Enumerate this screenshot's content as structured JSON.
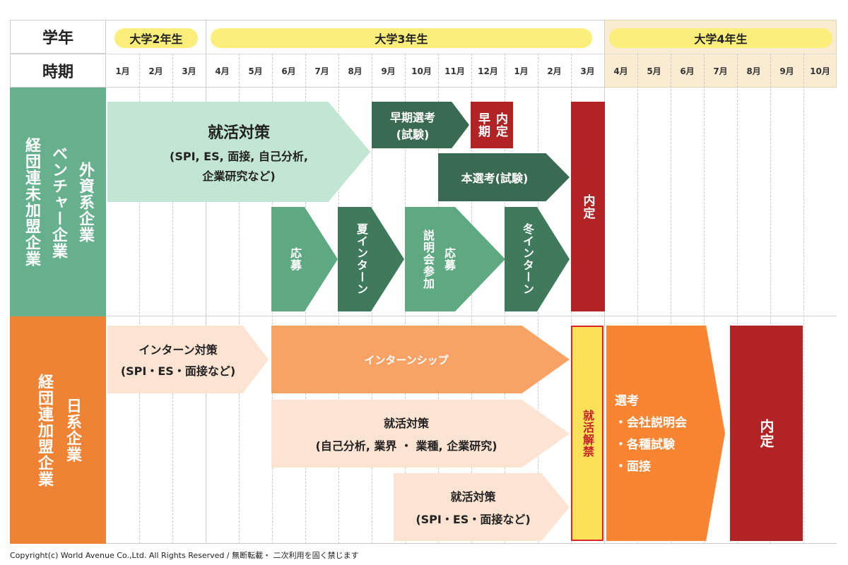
{
  "header": {
    "year_label": "学年",
    "period_label": "時期",
    "years": [
      "大学2年生",
      "大学3年生",
      "大学4年生"
    ],
    "months": [
      "1月",
      "2月",
      "3月",
      "4月",
      "5月",
      "6月",
      "7月",
      "8月",
      "9月",
      "10月",
      "11月",
      "12月",
      "1月",
      "2月",
      "3月",
      "4月",
      "5月",
      "6月",
      "7月",
      "8月",
      "9月",
      "10月"
    ]
  },
  "section_foreign": {
    "label_col1": "経団連未加盟企業",
    "label_col2": "ベンチャー企業",
    "label_col3": "外資系企業",
    "job_prep_title": "就活対策",
    "job_prep_line1": "(SPI, ES, 面接, 自己分析,",
    "job_prep_line2": "企業研究など)",
    "early_select_line1": "早期選考",
    "early_select_line2": "(試験)",
    "early_offer_line1": "早期",
    "early_offer_line2": "内定",
    "main_select": "本選考(試験)",
    "offer": "内定",
    "apply1": "応募",
    "summer_intern": "夏インターン",
    "apply2": "応募",
    "info_session": "説明会参加",
    "winter_intern": "冬インターン"
  },
  "section_japan": {
    "label_col1": "経団連加盟企業",
    "label_col2": "日系企業",
    "intern_prep_line1": "インターン対策",
    "intern_prep_line2": "(SPI・ES・面接など)",
    "internship": "インターンシップ",
    "job_prep1_title": "就活対策",
    "job_prep1_line": "(自己分析, 業界 ・ 業種, 企業研究)",
    "job_prep2_title": "就活対策",
    "job_prep2_line": "(SPI・ES・面接など)",
    "lifted": "就活解禁",
    "select_title": "選考",
    "select_item1": "・会社説明会",
    "select_item2": "・各種試験",
    "select_item3": "・面接",
    "offer": "内定"
  },
  "footer": {
    "copyright": "Copyright(c) World Avenue Co.,Ltd. All Rights Reserved / 無断転載・ 二次利用を固く禁じます"
  },
  "colors": {
    "green_label": "#66b08e",
    "light_green": "#c2e6d3",
    "dark_green": "#3a6b52",
    "mid_green": "#5fa982",
    "deep_green": "#3f7a5d",
    "red": "#b22326",
    "orange_label": "#ee8235",
    "peach": "#fde3d2",
    "orange_arrow": "#f9a266",
    "bright_orange": "#f98431",
    "yellow": "#fde159",
    "pill_yellow": "#fbee7a",
    "cream": "#faecd2"
  }
}
